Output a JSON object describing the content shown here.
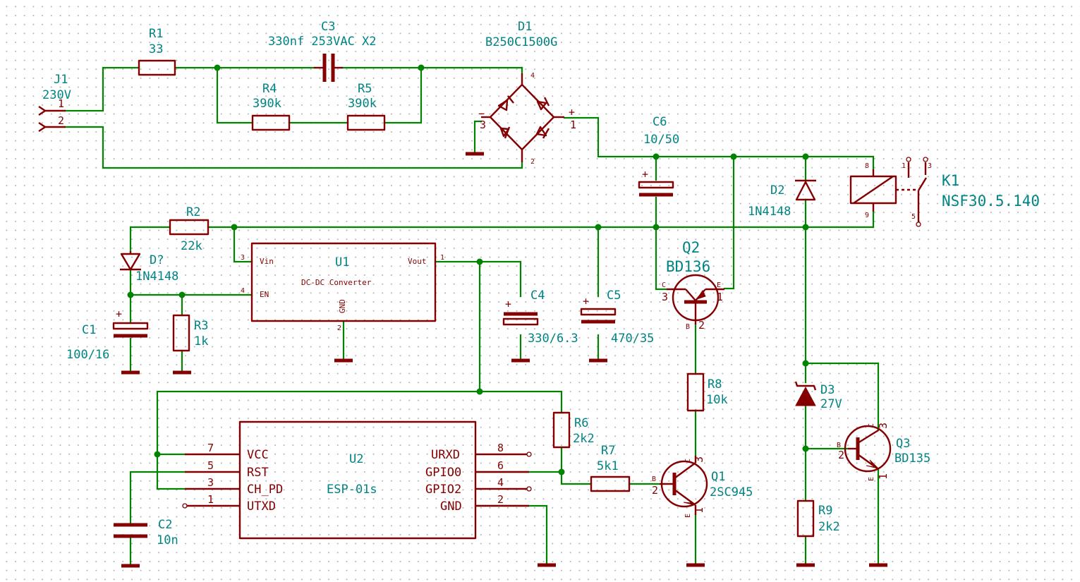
{
  "components": {
    "J1": {
      "ref": "J1",
      "value": "230V",
      "pins": [
        "1",
        "2"
      ]
    },
    "R1": {
      "ref": "R1",
      "value": "33"
    },
    "C3": {
      "ref": "C3",
      "value": "330nf 253VAC X2"
    },
    "R4": {
      "ref": "R4",
      "value": "390k"
    },
    "R5": {
      "ref": "R5",
      "value": "390k"
    },
    "D1": {
      "ref": "D1",
      "value": "B250C1500G",
      "pins": [
        "1",
        "2",
        "3",
        "4"
      ]
    },
    "C6": {
      "ref": "C6",
      "value": "10/50"
    },
    "D2": {
      "ref": "D2",
      "value": "1N4148"
    },
    "K1": {
      "ref": "K1",
      "value": "NSF30.5.140",
      "pins": [
        "1",
        "3",
        "5",
        "8",
        "9"
      ]
    },
    "R2": {
      "ref": "R2",
      "value": "22k"
    },
    "Dq": {
      "ref": "D?",
      "value": "1N4148"
    },
    "U1": {
      "ref": "U1",
      "value": "DC-DC Converter",
      "pin_names": [
        "Vin",
        "EN",
        "Vout",
        "GND"
      ],
      "pins": [
        "3",
        "4",
        "1",
        "2"
      ]
    },
    "C4": {
      "ref": "C4",
      "value": "330/6.3"
    },
    "C5": {
      "ref": "C5",
      "value": "470/35"
    },
    "C1": {
      "ref": "C1",
      "value": "100/16"
    },
    "R3": {
      "ref": "R3",
      "value": "1k"
    },
    "Q2": {
      "ref": "Q2",
      "value": "BD136",
      "pin_names": [
        "C",
        "E",
        "B"
      ],
      "pins": [
        "3",
        "1",
        "2"
      ]
    },
    "R8": {
      "ref": "R8",
      "value": "10k"
    },
    "D3": {
      "ref": "D3",
      "value": "27V"
    },
    "Q3": {
      "ref": "Q3",
      "value": "BD135",
      "pin_names": [
        "B",
        "C",
        "E"
      ],
      "pins": [
        "2",
        "3",
        "1"
      ]
    },
    "R6": {
      "ref": "R6",
      "value": "2k2"
    },
    "R7": {
      "ref": "R7",
      "value": "5k1"
    },
    "Q1": {
      "ref": "Q1",
      "value": "2SC945",
      "pin_names": [
        "B",
        "C",
        "E"
      ],
      "pins": [
        "2",
        "3",
        "1"
      ]
    },
    "R9": {
      "ref": "R9",
      "value": "2k2"
    },
    "C2": {
      "ref": "C2",
      "value": "10n"
    },
    "U2": {
      "ref": "U2",
      "value": "ESP-01s",
      "left_pins": [
        {
          "num": "7",
          "name": "VCC"
        },
        {
          "num": "5",
          "name": "RST"
        },
        {
          "num": "3",
          "name": "CH_PD"
        },
        {
          "num": "1",
          "name": "UTXD"
        }
      ],
      "right_pins": [
        {
          "num": "8",
          "name": "URXD"
        },
        {
          "num": "6",
          "name": "GPIO0"
        },
        {
          "num": "4",
          "name": "GPIO2"
        },
        {
          "num": "2",
          "name": "GND"
        }
      ]
    }
  },
  "colors": {
    "wire": "#008400",
    "symbol": "#840000",
    "label": "#008484",
    "background": "#ffffff"
  }
}
